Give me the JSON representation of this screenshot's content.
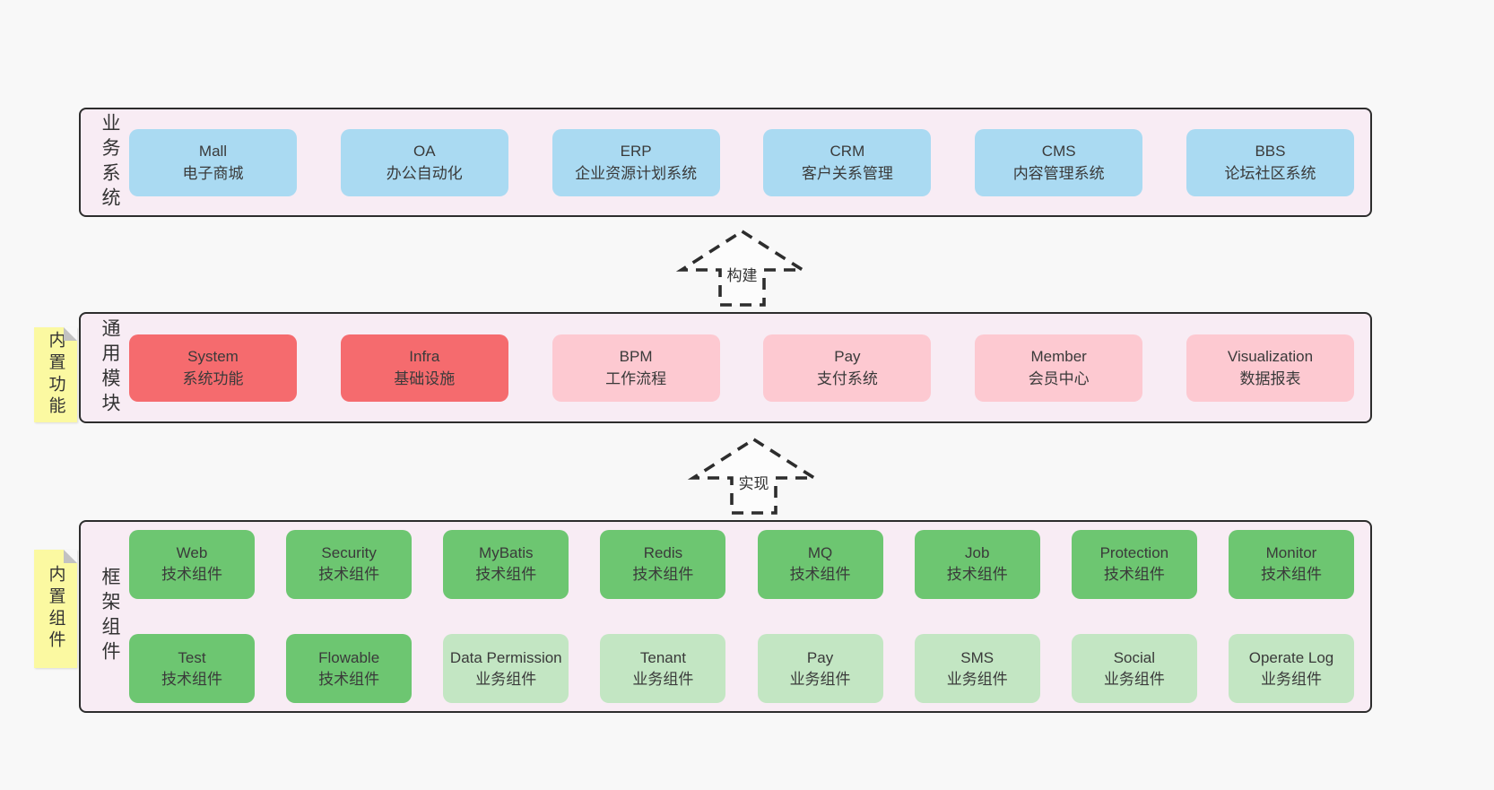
{
  "layers": {
    "business": {
      "label": "业务系统",
      "boxes": [
        {
          "title": "Mall",
          "subtitle": "电子商城",
          "variant": "blue"
        },
        {
          "title": "OA",
          "subtitle": "办公自动化",
          "variant": "blue"
        },
        {
          "title": "ERP",
          "subtitle": "企业资源计划系统",
          "variant": "blue"
        },
        {
          "title": "CRM",
          "subtitle": "客户关系管理",
          "variant": "blue"
        },
        {
          "title": "CMS",
          "subtitle": "内容管理系统",
          "variant": "blue"
        },
        {
          "title": "BBS",
          "subtitle": "论坛社区系统",
          "variant": "blue"
        }
      ]
    },
    "modules": {
      "label": "通用模块",
      "note": "内置功能",
      "boxes": [
        {
          "title": "System",
          "subtitle": "系统功能",
          "variant": "red"
        },
        {
          "title": "Infra",
          "subtitle": "基础设施",
          "variant": "red"
        },
        {
          "title": "BPM",
          "subtitle": "工作流程",
          "variant": "pink"
        },
        {
          "title": "Pay",
          "subtitle": "支付系统",
          "variant": "pink"
        },
        {
          "title": "Member",
          "subtitle": "会员中心",
          "variant": "pink"
        },
        {
          "title": "Visualization",
          "subtitle": "数据报表",
          "variant": "pink"
        }
      ]
    },
    "components": {
      "label": "框架组件",
      "note": "内置组件",
      "row1": [
        {
          "title": "Web",
          "subtitle": "技术组件",
          "variant": "green"
        },
        {
          "title": "Security",
          "subtitle": "技术组件",
          "variant": "green"
        },
        {
          "title": "MyBatis",
          "subtitle": "技术组件",
          "variant": "green"
        },
        {
          "title": "Redis",
          "subtitle": "技术组件",
          "variant": "green"
        },
        {
          "title": "MQ",
          "subtitle": "技术组件",
          "variant": "green"
        },
        {
          "title": "Job",
          "subtitle": "技术组件",
          "variant": "green"
        },
        {
          "title": "Protection",
          "subtitle": "技术组件",
          "variant": "green"
        },
        {
          "title": "Monitor",
          "subtitle": "技术组件",
          "variant": "green"
        }
      ],
      "row2": [
        {
          "title": "Test",
          "subtitle": "技术组件",
          "variant": "green"
        },
        {
          "title": "Flowable",
          "subtitle": "技术组件",
          "variant": "green"
        },
        {
          "title": "Data Permission",
          "subtitle": "业务组件",
          "variant": "green-light"
        },
        {
          "title": "Tenant",
          "subtitle": "业务组件",
          "variant": "green-light"
        },
        {
          "title": "Pay",
          "subtitle": "业务组件",
          "variant": "green-light"
        },
        {
          "title": "SMS",
          "subtitle": "业务组件",
          "variant": "green-light"
        },
        {
          "title": "Social",
          "subtitle": "业务组件",
          "variant": "green-light"
        },
        {
          "title": "Operate Log",
          "subtitle": "业务组件",
          "variant": "green-light"
        }
      ]
    }
  },
  "arrows": {
    "build": "构建",
    "implement": "实现"
  },
  "colors": {
    "page_bg": "#f8f8f8",
    "panel_bg": "#f8ecf4",
    "panel_border": "#2d2d2d",
    "box_blue": "#aadaf2",
    "box_red": "#f56b6e",
    "box_pink": "#fdc9d1",
    "box_green": "#6dc671",
    "box_green_light": "#c3e6c3",
    "note_yellow": "#fbf9a1",
    "note_fold": "#c2c2c2",
    "text": "#3a3a3a"
  }
}
